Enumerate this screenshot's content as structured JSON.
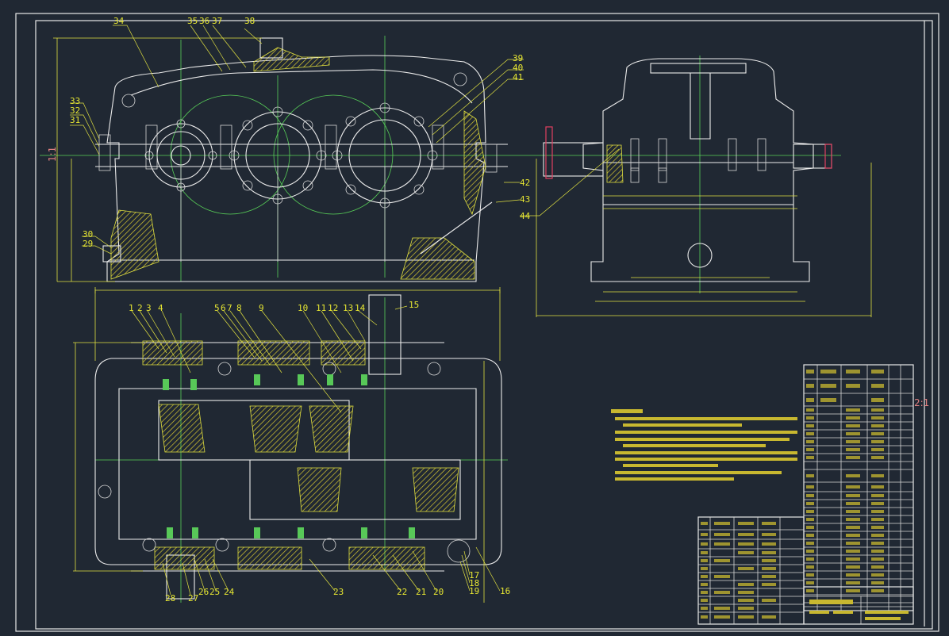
{
  "balloons": {
    "top": [
      {
        "id": "b34",
        "label": "34"
      },
      {
        "id": "b35",
        "label": "35"
      },
      {
        "id": "b36",
        "label": "36"
      },
      {
        "id": "b37",
        "label": "37"
      },
      {
        "id": "b38",
        "label": "38"
      },
      {
        "id": "b39",
        "label": "39"
      },
      {
        "id": "b40",
        "label": "40"
      },
      {
        "id": "b41",
        "label": "41"
      },
      {
        "id": "b33",
        "label": "33"
      },
      {
        "id": "b32",
        "label": "32"
      },
      {
        "id": "b31",
        "label": "31"
      },
      {
        "id": "b30",
        "label": "30"
      },
      {
        "id": "b29",
        "label": "29"
      },
      {
        "id": "b42",
        "label": "42"
      },
      {
        "id": "b43",
        "label": "43"
      },
      {
        "id": "b44",
        "label": "44"
      }
    ],
    "plan_top": [
      {
        "id": "p1",
        "label": "1"
      },
      {
        "id": "p2",
        "label": "2"
      },
      {
        "id": "p3",
        "label": "3"
      },
      {
        "id": "p4",
        "label": "4"
      },
      {
        "id": "p5",
        "label": "5"
      },
      {
        "id": "p6",
        "label": "6"
      },
      {
        "id": "p7",
        "label": "7"
      },
      {
        "id": "p8",
        "label": "8"
      },
      {
        "id": "p9",
        "label": "9"
      },
      {
        "id": "p10",
        "label": "10"
      },
      {
        "id": "p11",
        "label": "11"
      },
      {
        "id": "p12",
        "label": "12"
      },
      {
        "id": "p13",
        "label": "13"
      },
      {
        "id": "p14",
        "label": "14"
      },
      {
        "id": "p15",
        "label": "15"
      }
    ],
    "plan_bottom": [
      {
        "id": "p28",
        "label": "28"
      },
      {
        "id": "p27",
        "label": "27"
      },
      {
        "id": "p26",
        "label": "26"
      },
      {
        "id": "p25",
        "label": "25"
      },
      {
        "id": "p24",
        "label": "24"
      },
      {
        "id": "p23",
        "label": "23"
      },
      {
        "id": "p22",
        "label": "22"
      },
      {
        "id": "p21",
        "label": "21"
      },
      {
        "id": "p20",
        "label": "20"
      },
      {
        "id": "p19",
        "label": "19"
      },
      {
        "id": "p18",
        "label": "18"
      },
      {
        "id": "p17",
        "label": "17"
      },
      {
        "id": "p16",
        "label": "16"
      }
    ]
  },
  "scale_marks": {
    "top_left": "1:1",
    "bottom_right": "2:1"
  },
  "colors": {
    "background": "#202833",
    "outline": "#ececec",
    "centerline": "#58d058",
    "dimension": "#e0e040",
    "highlight": "#e04060"
  }
}
